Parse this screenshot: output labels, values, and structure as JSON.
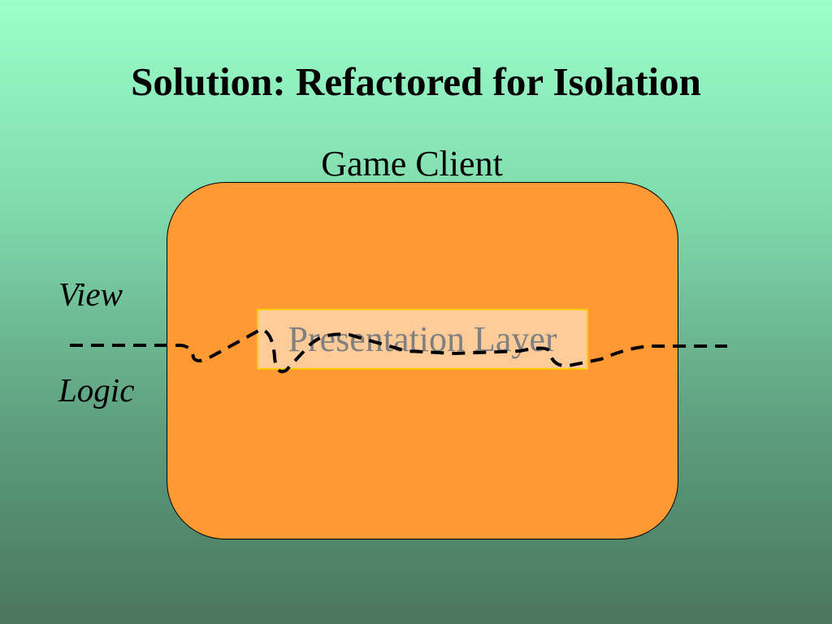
{
  "slide": {
    "title": "Solution: Refactored for Isolation",
    "container_label": "Game Client",
    "inner_box_label": "Presentation Layer",
    "view_label": "View",
    "logic_label": "Logic"
  },
  "colors": {
    "container": "#ff9933",
    "inner_box": "#ffcc99",
    "inner_border": "#ffcc00"
  }
}
